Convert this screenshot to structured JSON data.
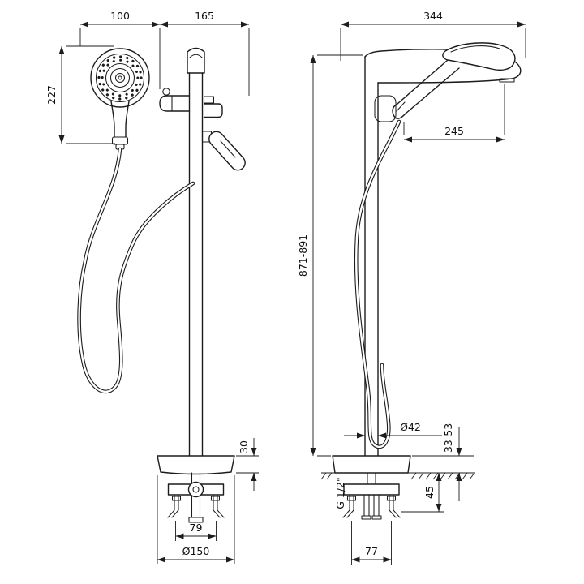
{
  "page": {
    "background": "#ffffff",
    "ink": "#1c1c1c",
    "description": "Technical dimension drawing of a freestanding bath mixer with hand shower, front and side views"
  },
  "front_view": {
    "dims": {
      "head_width": "100",
      "head_to_body": "165",
      "handset_height": "227",
      "base_plate_height": "30",
      "anchor_spacing": "79",
      "base_diameter": "Ø150"
    }
  },
  "side_view": {
    "dims": {
      "overall_depth": "344",
      "spout_reach": "245",
      "overall_height": "871-891",
      "riser_diameter": "Ø42",
      "floor_adjust_range": "33-53",
      "inlet_thread": "G 1/2\"",
      "anchor_height": "45",
      "anchor_depth": "77"
    }
  }
}
